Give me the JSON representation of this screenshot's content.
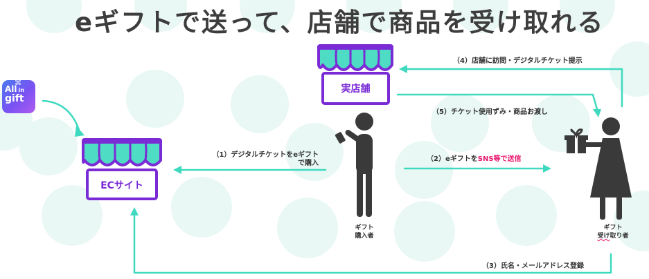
{
  "title": "eギフトで送って、店舗で商品を受け取れる",
  "logo": {
    "line1": "All",
    "line1_small": "in",
    "line2": "gift",
    "icon": "gift-bow-icon"
  },
  "stores": {
    "physical": {
      "name": "実店舗"
    },
    "ec": {
      "name": "ECサイト"
    }
  },
  "persons": {
    "buyer": {
      "line1": "ギフト",
      "line2": "購入者"
    },
    "receiver": {
      "line1": "ギフト",
      "line2_part1": "受け",
      "line2_part2": "取り者"
    }
  },
  "steps": {
    "s1": {
      "line1": "（1）デジタルチケットをeギフト",
      "line2": "で購入"
    },
    "s2": {
      "prefix": "（2）eギフトを",
      "highlight": "SNS等で送信"
    },
    "s3": {
      "text": "（3）氏名・メールアドレス登録"
    },
    "s4": {
      "text": "（4）店舗に訪問・デジタルチケット提示"
    },
    "s5": {
      "text": "（5）チケット使用ずみ・商品お渡し"
    }
  },
  "colors": {
    "accent": "#3fd9bf",
    "store_outline": "#7a2bd6",
    "highlight": "#e8186e",
    "circle": "#e9f8f4"
  }
}
